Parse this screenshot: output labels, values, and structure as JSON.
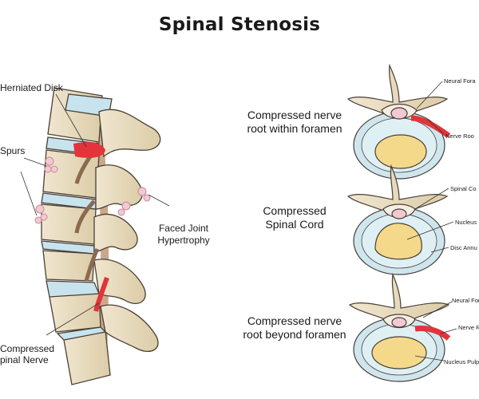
{
  "title": "Spinal Stenosis",
  "spine": {
    "herniated_disk": "Herniated Disk",
    "bone_spurs": "Spurs",
    "facet_joint_1": "Faced Joint",
    "facet_joint_2": "Hypertrophy",
    "compressed_1": "Compressed",
    "compressed_2": "pinal Nerve"
  },
  "panels": [
    {
      "caption_1": "Compressed nerve",
      "caption_2": "root within foramen",
      "labels": [
        "Neural Fora",
        "Nerve Roo"
      ]
    },
    {
      "caption_1": "Compressed",
      "caption_2": "Spinal Cord",
      "labels": [
        "Spinal Co",
        "Nucleus",
        "Disc Annu"
      ]
    },
    {
      "caption_1": "Compressed nerve",
      "caption_2": "root beyond foramen",
      "labels": [
        "Neural Fora",
        "Nerve R",
        "Nucleus Pulpo"
      ]
    }
  ],
  "colors": {
    "bone": "#e8dcc1",
    "bone_stroke": "#4a3f35",
    "disc": "#c7e3ee",
    "nerve": "#e2343a",
    "nucleus": "#f5d98a",
    "spur": "#f2c9d2"
  }
}
